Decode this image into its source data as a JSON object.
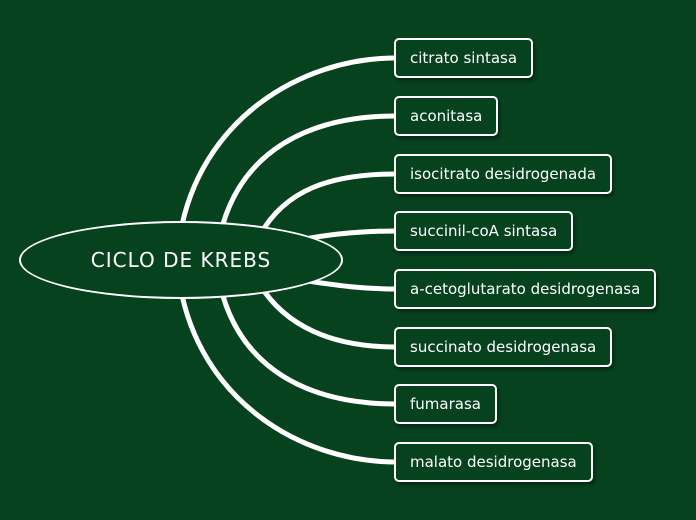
{
  "colors": {
    "background": "#07421f",
    "stroke": "#ffffff",
    "text": "#ffffff"
  },
  "root": {
    "label": "CICLO DE KREBS"
  },
  "children": [
    {
      "label": "citrato sintasa"
    },
    {
      "label": "aconitasa"
    },
    {
      "label": "isocitrato desidrogenada"
    },
    {
      "label": "succinil-coA sintasa"
    },
    {
      "label": "a-cetoglutarato desidrogenasa"
    },
    {
      "label": "succinato desidrogenasa"
    },
    {
      "label": "fumarasa"
    },
    {
      "label": "malato desidrogenasa"
    }
  ]
}
